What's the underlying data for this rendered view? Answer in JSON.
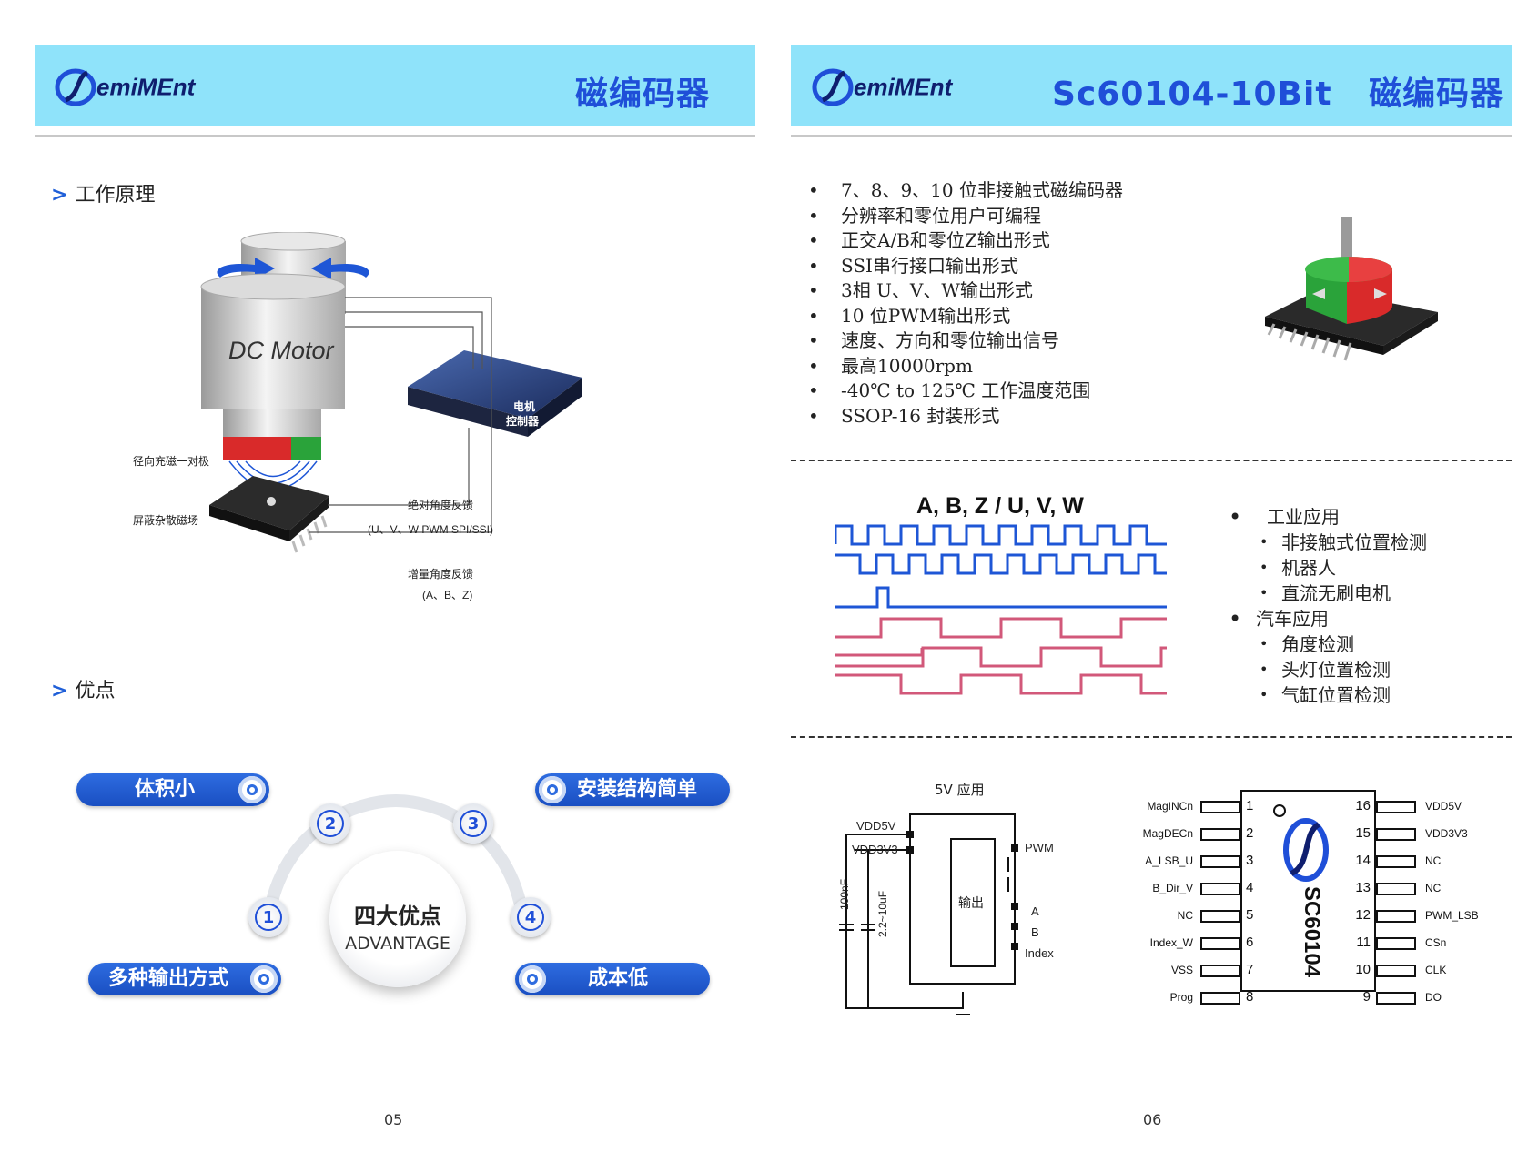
{
  "left": {
    "logo": "emiMEnt",
    "title": "磁编码器",
    "sections": {
      "principle": "工作原理",
      "advantages": "优点"
    },
    "diagram": {
      "motor_label": "DC Motor",
      "magnet_label": "径向充磁一对极",
      "shield_label": "屏蔽杂散磁场",
      "controller_label_1": "电机",
      "controller_label_2": "控制器",
      "abs_feedback": "绝对角度反馈",
      "abs_outputs": "(U、V、W    PWM    SPI/SSI)",
      "inc_feedback": "增量角度反馈",
      "inc_outputs": "(A、B、Z)"
    },
    "advantage": {
      "center_title": "四大优点",
      "center_sub": "ADVANTAGE",
      "n1": "1",
      "n2": "2",
      "n3": "3",
      "n4": "4",
      "p1": "体积小",
      "p2": "安装结构简单",
      "p3": "多种输出方式",
      "p4": "成本低"
    },
    "page": "05"
  },
  "right": {
    "logo": "emiMEnt",
    "title": "Sc60104-10Bit   磁编码器",
    "features": [
      "7、8、9、10 位非接触式磁编码器",
      "分辨率和零位用户可编程",
      "正交A/B和零位Z输出形式",
      "SSI串行接口输出形式",
      "3相 U、V、W输出形式",
      "10 位PWM输出形式",
      "速度、方向和零位输出信号",
      "最高10000rpm",
      "-40℃ to 125℃ 工作温度范围",
      "SSOP-16 封装形式"
    ],
    "waveform_title": "A, B, Z / U, V, W",
    "applications": {
      "industrial": "工业应用",
      "industrial_items": [
        "非接触式位置检测",
        "机器人",
        "直流无刷电机"
      ],
      "automotive": "汽车应用",
      "automotive_items": [
        "角度检测",
        "头灯位置检测",
        "气缸位置检测"
      ]
    },
    "circuit": {
      "title": "5V 应用",
      "vdd5v": "VDD5V",
      "vdd3v3": "VDD3V3",
      "cap1": "100nF",
      "cap2": "2.2~10uF",
      "output": "输出",
      "pwm": "PWM",
      "a": "A",
      "b": "B",
      "index": "Index"
    },
    "chip": {
      "name": "SC60104",
      "left_pins": [
        "MagINCn",
        "MagDECn",
        "A_LSB_U",
        "B_Dir_V",
        "NC",
        "Index_W",
        "VSS",
        "Prog"
      ],
      "left_nums": [
        "1",
        "2",
        "3",
        "4",
        "5",
        "6",
        "7",
        "8"
      ],
      "right_pins": [
        "VDD5V",
        "VDD3V3",
        "NC",
        "NC",
        "PWM_LSB",
        "CSn",
        "CLK",
        "DO"
      ],
      "right_nums": [
        "16",
        "15",
        "14",
        "13",
        "12",
        "11",
        "10",
        "9"
      ]
    },
    "page": "06"
  },
  "colors": {
    "header_bg": "#8fe3fa",
    "accent_blue": "#1f4fd8",
    "wave_blue": "#1e56d6",
    "wave_pink": "#d2587a"
  }
}
